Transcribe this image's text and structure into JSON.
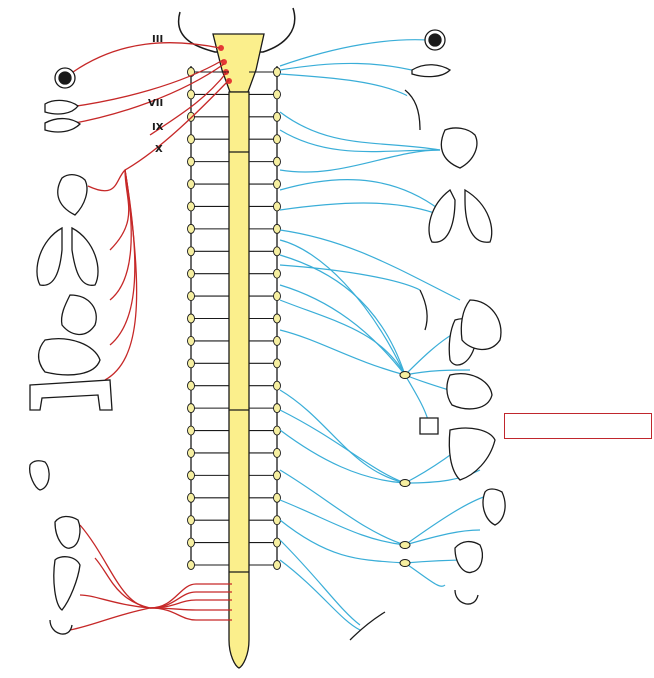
{
  "labels": {
    "cn3": "III",
    "cn7": "VII",
    "cn9": "IX",
    "cn10": "X"
  },
  "answer_box": {
    "text": ""
  },
  "colors": {
    "parasympathetic": "#c62828",
    "sympathetic": "#3aaed8",
    "cord": "#fbef8c",
    "ganglion": "#f6efa0",
    "brainstem_nucleus": "#e53935",
    "outline": "#1a1a1a"
  }
}
